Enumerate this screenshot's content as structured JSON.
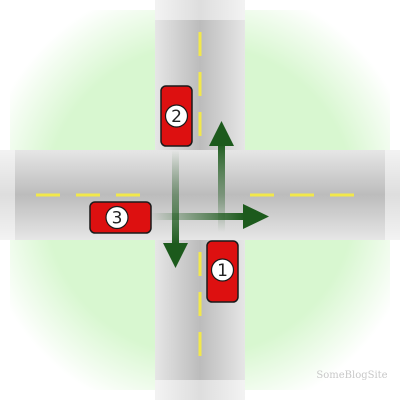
{
  "diagram": {
    "colors": {
      "grass": "#d8f7d0",
      "road": "#d2d2d2",
      "lane_marking": "#f2e84a",
      "car_body": "#dd1010",
      "car_badge": "#ffffff",
      "arrow": "#1c5a1c"
    },
    "cars": [
      {
        "label": "1",
        "orientation": "vertical",
        "lane": "southbound approach (northbound lane)"
      },
      {
        "label": "2",
        "orientation": "vertical",
        "lane": "northbound approach (southbound lane)"
      },
      {
        "label": "3",
        "orientation": "horizontal",
        "lane": "west approach (eastbound lane)"
      }
    ],
    "arrows": [
      {
        "from": "car-2",
        "direction": "straight-south"
      },
      {
        "from": "car-1",
        "direction": "straight-north"
      },
      {
        "from": "car-3",
        "direction": "straight-east"
      }
    ],
    "watermark": "SomeBlogSite"
  }
}
